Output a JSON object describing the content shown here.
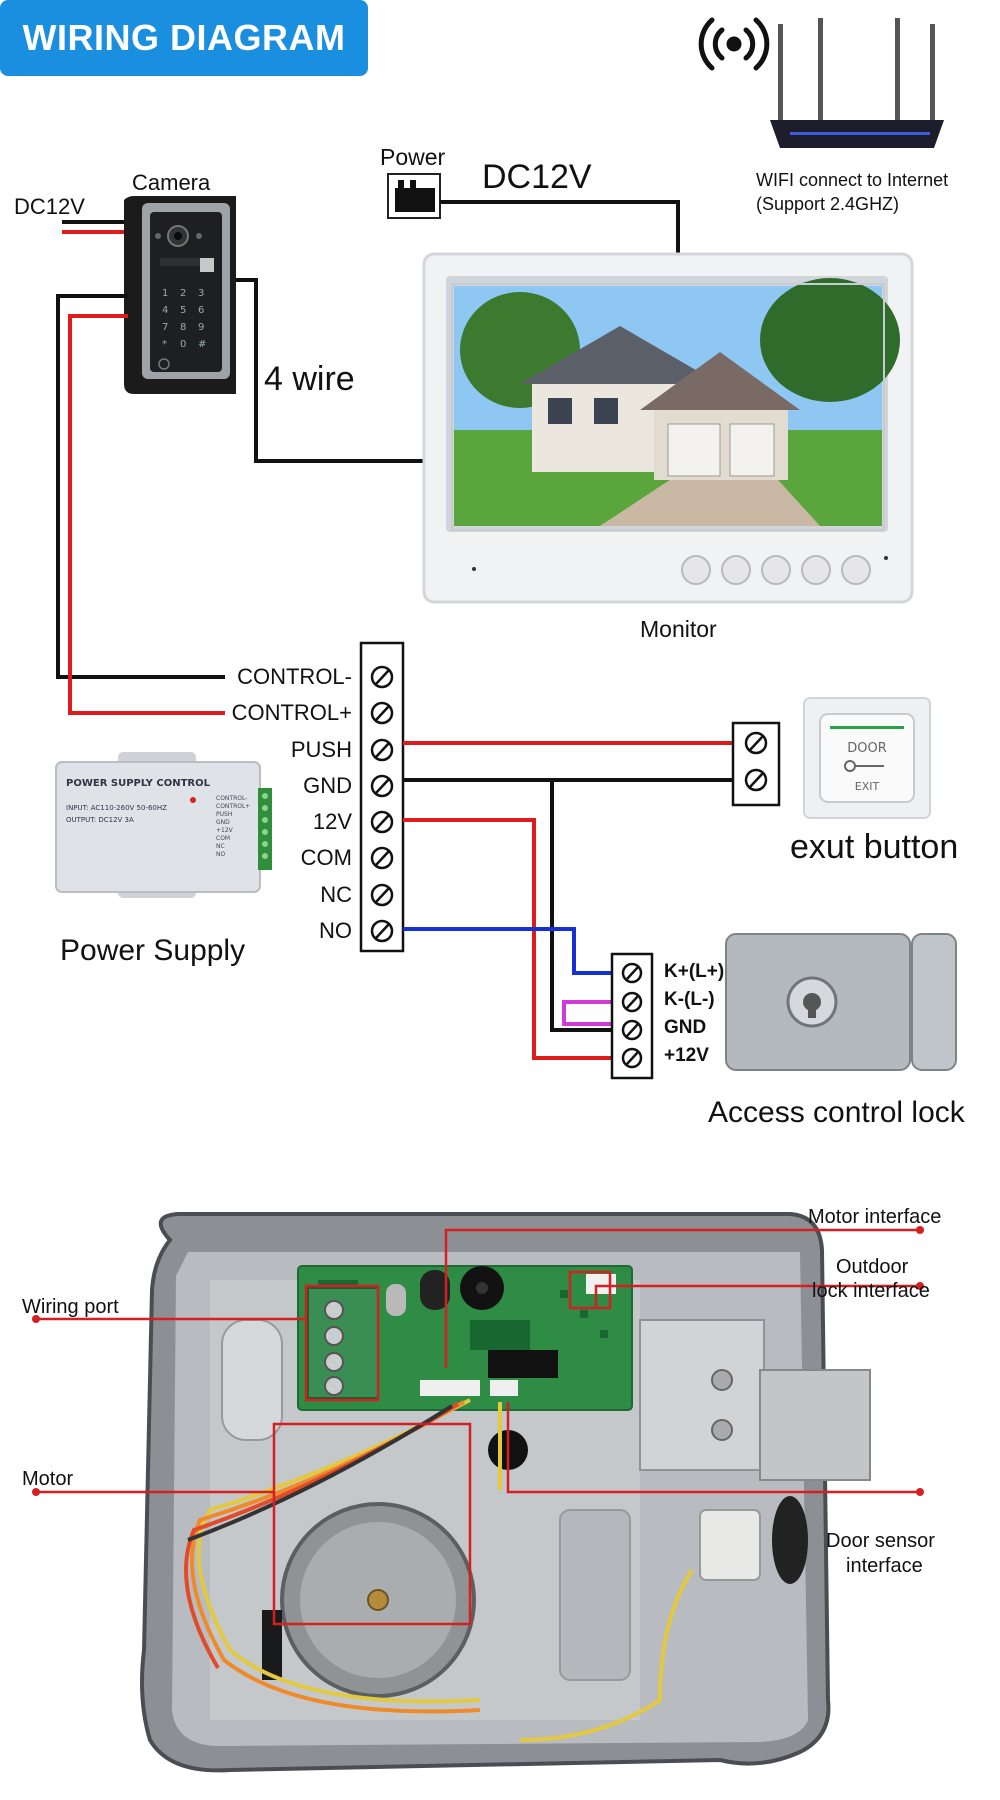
{
  "title": "WIRING DIAGRAM",
  "labels": {
    "dc12v_camera": "DC12V",
    "camera": "Camera",
    "power": "Power",
    "dc12v_monitor": "DC12V",
    "four_wire": "4 wire",
    "wifi_line1": "WIFI connect to Internet",
    "wifi_line2": "(Support 2.4GHZ)",
    "monitor": "Monitor",
    "power_supply": "Power Supply",
    "exit_button": "exut button",
    "access_lock": "Access control lock",
    "door_top": "DOOR",
    "door_bottom": "EXIT"
  },
  "terminal_block": [
    "CONTROL-",
    "CONTROL+",
    "PUSH",
    "GND",
    "12V",
    "COM",
    "NC",
    "NO"
  ],
  "lock_terminals": [
    "K+(L+)",
    "K-(L-)",
    "GND",
    "+12V"
  ],
  "psu_text": {
    "header": "POWER SUPPLY CONTROL",
    "input": "INPUT: AC110-260V 50-60HZ",
    "output": "OUTPUT: DC12V 3A",
    "terms": [
      "CONTROL-",
      "CONTROL+",
      "PUSH",
      "GND",
      "+12V",
      "COM",
      "NC",
      "NO"
    ]
  },
  "callouts": {
    "wiring_port": "Wiring port",
    "motor": "Motor",
    "motor_interface": "Motor interface",
    "outdoor_line1": "Outdoor",
    "outdoor_line2": "lock interface",
    "door_sensor_line1": "Door sensor",
    "door_sensor_line2": "interface"
  },
  "colors": {
    "accent": "#1a8fe0",
    "wire_red": "#e01b1b",
    "wire_black": "#111111",
    "wire_blue": "#1730d6",
    "wire_magenta": "#d23ad8",
    "callout_red": "#d42020"
  }
}
